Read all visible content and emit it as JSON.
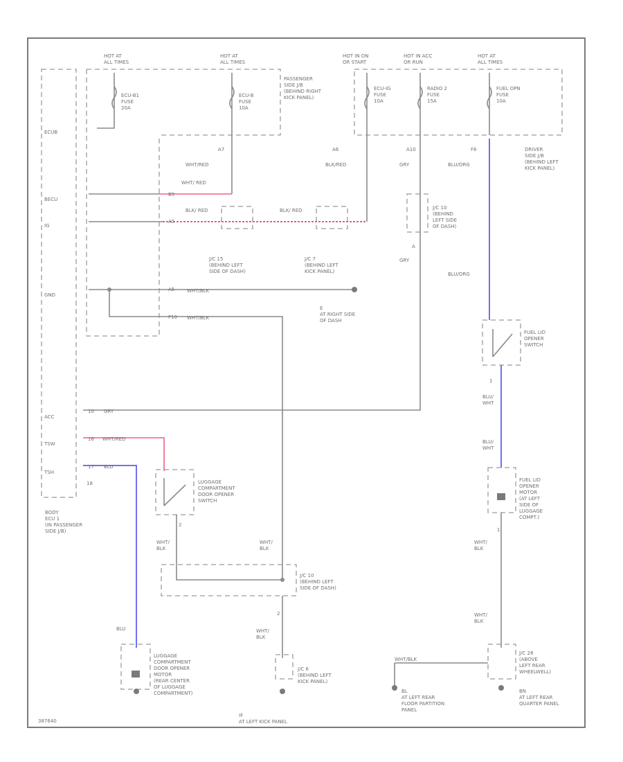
{
  "colors": {
    "wire": "#8a8a8a",
    "red": "#f06080",
    "pink": "#f06080",
    "blue": "#7070f0"
  },
  "labels": {
    "hot1": [
      "HOT AT",
      "ALL TIMES"
    ],
    "hot2": [
      "HOT AT",
      "ALL TIMES"
    ],
    "hot3": [
      "HOT IN ON",
      "OR START"
    ],
    "hot4": [
      "HOT IN ACC",
      "OR RUN"
    ],
    "hot5": [
      "HOT AT",
      "ALL TIMES"
    ],
    "fuse1": [
      "ECU-B1",
      "FUSE",
      "20A"
    ],
    "fuse2": [
      "ECU-B",
      "FUSE",
      "10A"
    ],
    "fuse3": [
      "ECU-IG",
      "FUSE",
      "10A"
    ],
    "fuse4": [
      "RADIO 2",
      "FUSE",
      "15A"
    ],
    "fuse5": [
      "FUEL OPN",
      "FUSE",
      "10A"
    ],
    "pass_jb": [
      "PASSENGER",
      "SIDE J/B",
      "(BEHIND RIGHT",
      "KICK PANEL)"
    ],
    "driver_jb": [
      "DRIVER",
      "SIDE J/B",
      "(BEHIND LEFT",
      "KICK PANEL)"
    ],
    "body_ecu": [
      "BODY",
      "ECU 1",
      "(IN PASSENGER",
      "SIDE J/B)"
    ],
    "pins": [
      "ECUB",
      "BECU",
      "IG",
      "GND",
      "ACC",
      "TSW",
      "TSH"
    ],
    "conn": [
      "A7",
      "A6",
      "A10",
      "F6",
      "2",
      "1",
      "1",
      "2",
      "A",
      "2",
      "10",
      "16",
      "17",
      "18",
      "B5",
      "F10",
      "A5",
      "A5"
    ],
    "wire_colors": [
      "WHT/RED",
      "BLK/RED",
      "GRY",
      "BLU/ORG",
      "WHT/ RED",
      "BLK/ RED",
      "BLK/ RED",
      "WHT/BLK",
      "WHT/BLK",
      "GRY",
      "GRY",
      "BLU/ORG",
      "BLU/ WHT",
      "BLU/ WHT",
      "WHT/ BLK",
      "WHT/ BLK",
      "WHT/ BLK",
      "WHT/ BLK",
      "WHT/ BLK",
      "WHT/BLK",
      "GRY",
      "WHT/RED",
      "BLU",
      "BLU"
    ],
    "jc15": [
      "J/C 15",
      "(BEHIND LEFT",
      "SIDE OF DASH)"
    ],
    "jc7": [
      "J/C 7",
      "(BEHIND LEFT",
      "KICK PANEL)"
    ],
    "jc10a": [
      "J/C 10",
      "(BEHIND",
      "LEFT SIDE",
      "OF DASH)"
    ],
    "jc10b": [
      "J/C 10",
      "(BEHIND LEFT",
      "SIDE OF DASH)"
    ],
    "jc6": [
      "J/C 6",
      "(BEHIND LEFT",
      "KICK PANEL)"
    ],
    "jc28": [
      "J/C 28",
      "(ABOVE",
      "LEFT REAR",
      "WHEELWELL)"
    ],
    "ground_e": [
      "E",
      "AT RIGHT SIDE",
      "OF DASH"
    ],
    "ground_ie": [
      "IF",
      "AT LEFT KICK PANEL"
    ],
    "ground_bl": [
      "BL",
      "AT LEFT REAR",
      "FLOOR PARTITION",
      "PANEL"
    ],
    "ground_bn": [
      "BN",
      "AT LEFT REAR",
      "QUARTER PANEL"
    ],
    "fuel_sw": [
      "FUEL LID",
      "OPENER",
      "SWITCH"
    ],
    "fuel_motor": [
      "FUEL LID",
      "OPENER",
      "MOTOR",
      "(AT LEFT",
      "SIDE OF",
      "LUGGAGE",
      "COMPT.)"
    ],
    "lug_sw": [
      "LUGGAGE",
      "COMPARTMENT",
      "DOOR OPENER",
      "SWITCH"
    ],
    "lug_motor": [
      "LUGGAGE",
      "COMPARTMENT",
      "DOOR OPENER",
      "MOTOR",
      "(REAR CENTER",
      "OF LUGGAGE",
      "COMPARTMENT)"
    ],
    "footer": "387640"
  }
}
